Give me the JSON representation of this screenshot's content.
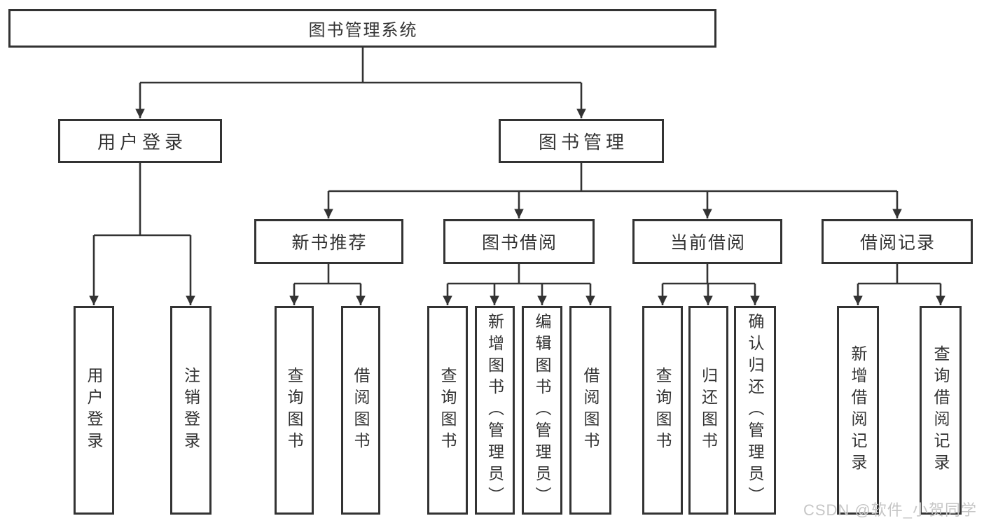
{
  "diagram": {
    "title": "图书管理系统",
    "level2": {
      "user_login": "用户登录",
      "book_mgmt": "图书管理"
    },
    "level3": {
      "new_book_rec": "新书推荐",
      "book_borrow": "图书借阅",
      "current_borrow": "当前借阅",
      "borrow_records": "借阅记录"
    },
    "leaves": {
      "user_login": [
        "用户登录",
        "注销登录"
      ],
      "new_book_rec": [
        "查询图书",
        "借阅图书"
      ],
      "book_borrow": [
        "查询图书",
        "新增图书（管理员）",
        "编辑图书（管理员）",
        "借阅图书"
      ],
      "current_borrow": [
        "查询图书",
        "归还图书",
        "确认归还（管理员）"
      ],
      "borrow_records": [
        "新增借阅记录",
        "查询借阅记录"
      ]
    }
  },
  "watermark": {
    "text": "CSDN @软件_小贺同学"
  },
  "colors": {
    "line": "#333333",
    "text": "#333333",
    "background": "#ffffff",
    "watermark": "#c6c6c6"
  }
}
